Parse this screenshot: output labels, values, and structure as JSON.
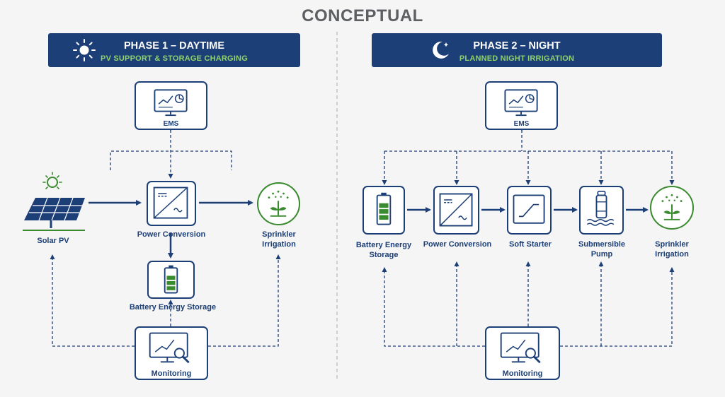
{
  "title": "CONCEPTUAL",
  "phase1": {
    "title": "PHASE 1 – DAYTIME",
    "subtitle": "PV SUPPORT & STORAGE CHARGING",
    "icon": "sun-icon",
    "nodes": {
      "ems": "EMS",
      "solar": "Solar PV",
      "power": "Power Conversion",
      "sprinkler": "Sprinkler Irrigation",
      "battery": "Battery Energy Storage",
      "monitoring": "Monitoring"
    }
  },
  "phase2": {
    "title": "PHASE 2 – NIGHT",
    "subtitle": "PLANNED NIGHT IRRIGATION",
    "icon": "moon-icon",
    "nodes": {
      "ems": "EMS",
      "battery": "Battery Energy Storage",
      "power": "Power Conversion",
      "soft": "Soft Starter",
      "pump": "Submersible Pump",
      "sprinkler": "Sprinkler Irrigation",
      "monitoring": "Monitoring"
    }
  },
  "colors": {
    "navy": "#1d3f77",
    "green": "#3a8a2f",
    "accent": "#8ed26b"
  }
}
